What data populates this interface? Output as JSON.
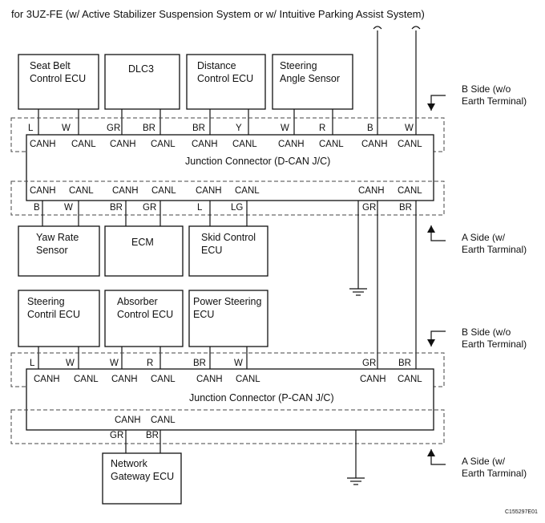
{
  "title": "for 3UZ-FE (w/ Active Stabilizer Suspension System or w/ Intuitive Parking Assist System)",
  "ecus_top": [
    {
      "line1": "Seat Belt",
      "line2": "Control ECU"
    },
    {
      "line1": "DLC3",
      "line2": ""
    },
    {
      "line1": "Distance",
      "line2": "Control ECU"
    },
    {
      "line1": "Steering",
      "line2": "Angle Sensor"
    }
  ],
  "dcan_top_wires": [
    "L",
    "W",
    "GR",
    "BR",
    "BR",
    "Y",
    "W",
    "R",
    "B",
    "W"
  ],
  "dcan_top_pins": [
    "CANH",
    "CANL",
    "CANH",
    "CANL",
    "CANH",
    "CANL",
    "CANH",
    "CANL",
    "CANH",
    "CANL"
  ],
  "dcan_name": "Junction Connector (D-CAN J/C)",
  "dcan_bottom_pins": [
    "CANH",
    "CANL",
    "CANH",
    "CANL",
    "CANH",
    "CANL",
    "CANH",
    "CANL"
  ],
  "dcan_bottom_wires": [
    "B",
    "W",
    "BR",
    "GR",
    "L",
    "LG",
    "GR",
    "BR"
  ],
  "ecus_mid": [
    {
      "line1": "Yaw Rate",
      "line2": "Sensor"
    },
    {
      "line1": "ECM",
      "line2": ""
    },
    {
      "line1": "Skid Control",
      "line2": "ECU"
    }
  ],
  "ecus_pcan": [
    {
      "line1": "Steering",
      "line2": "Contril ECU"
    },
    {
      "line1": "Absorber",
      "line2": "Control ECU"
    },
    {
      "line1": "Power Steering",
      "line2": "ECU"
    }
  ],
  "pcan_top_wires": [
    "L",
    "W",
    "W",
    "R",
    "BR",
    "W",
    "GR",
    "BR"
  ],
  "pcan_top_pins": [
    "CANH",
    "CANL",
    "CANH",
    "CANL",
    "CANH",
    "CANL",
    "CANH",
    "CANL"
  ],
  "pcan_name": "Junction Connector (P-CAN J/C)",
  "pcan_bottom_pins": [
    "CANH",
    "CANL"
  ],
  "pcan_bottom_wires": [
    "GR",
    "BR"
  ],
  "gateway": {
    "line1": "Network",
    "line2": "Gateway ECU"
  },
  "side_labels": {
    "b_side": {
      "line1": "B Side (w/o",
      "line2": "Earth Terminal)"
    },
    "a_side": {
      "line1": "A Side (w/",
      "line2": "Earth Tarminal)"
    }
  },
  "figure_code": "C155297E01"
}
